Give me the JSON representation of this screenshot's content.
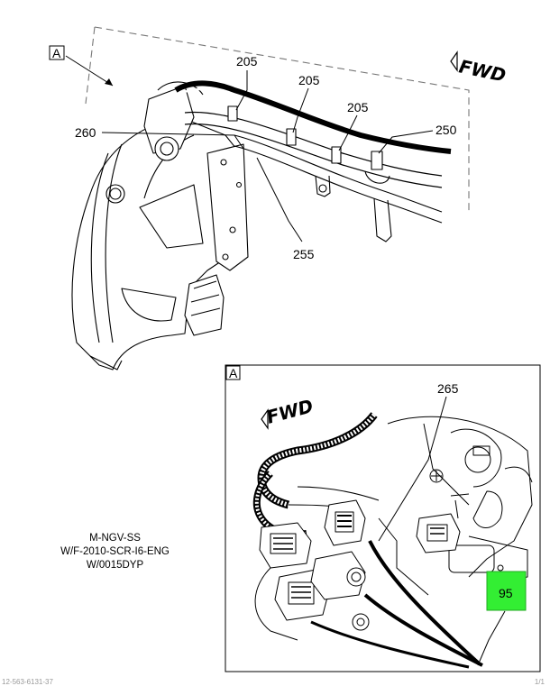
{
  "view_label_main": "A",
  "view_label_detail": "A",
  "fwd_main": "FWD",
  "fwd_detail": "FWD",
  "callouts": {
    "c205a": "205",
    "c205b": "205",
    "c205c": "205",
    "c250": "250",
    "c260": "260",
    "c255": "255",
    "c265": "265",
    "c95": "95"
  },
  "note_lines": [
    "M-NGV-SS",
    "W/F-2010-SCR-I6-ENG",
    "W/0015DYP"
  ],
  "highlight_color": "#33ee33",
  "footer_left": "12-563-6131-37",
  "footer_right": "1/1"
}
